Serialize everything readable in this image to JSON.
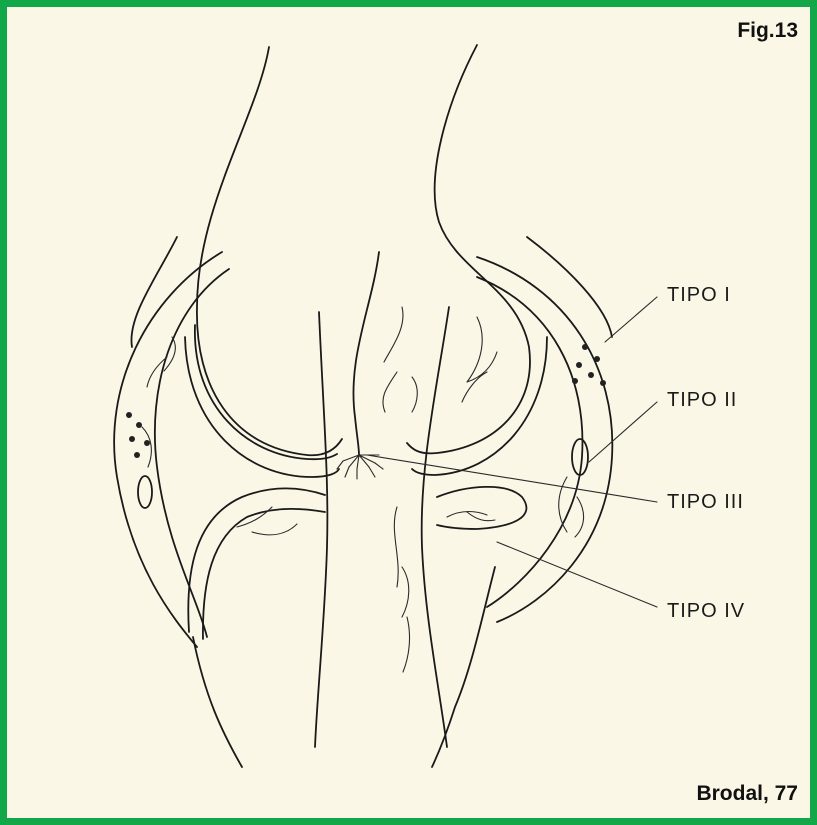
{
  "figure": {
    "label": "Fig.13",
    "credit": "Brodal, 77"
  },
  "receptor_labels": {
    "tipo_1": "TIPO I",
    "tipo_2": "TIPO II",
    "tipo_3": "TIPO III",
    "tipo_4": "TIPO IV"
  },
  "colors": {
    "frame_border": "#12a84a",
    "paper": "#fbf7e6",
    "ink": "#1a1a1a"
  }
}
